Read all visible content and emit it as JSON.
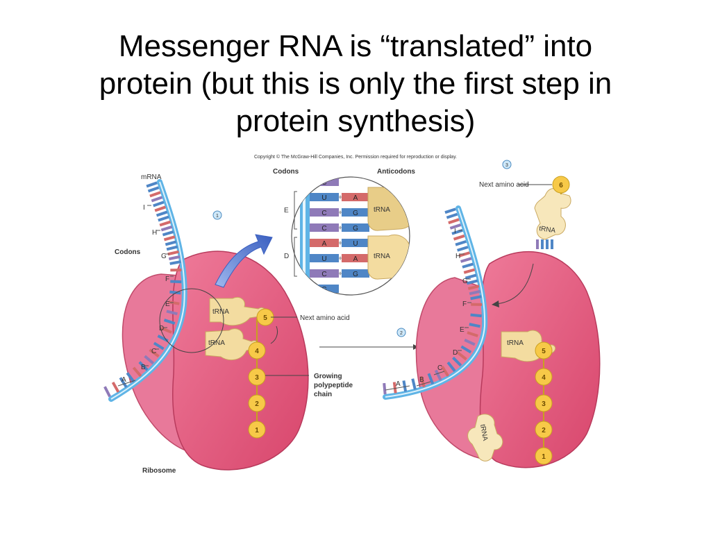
{
  "title": {
    "line1": "Messenger RNA is “translated” into",
    "line2": "protein (but this is only the first step in",
    "line3": "protein synthesis)"
  },
  "copyright": "Copyright © The McGraw-Hill Companies, Inc. Permission required for reproduction or display.",
  "step_numbers": [
    "1",
    "2",
    "3"
  ],
  "left_panel": {
    "mrna_label": "mRNA",
    "codons_label": "Codons",
    "ribosome_label": "Ribosome",
    "next_amino_acid_label": "Next amino acid",
    "growing_chain_label": [
      "Growing",
      "polypeptide",
      "chain"
    ],
    "trna_label": "tRNA",
    "codon_letters": [
      "I",
      "H",
      "G",
      "F",
      "E",
      "D",
      "C",
      "B",
      "A"
    ],
    "amino_acids": [
      "5",
      "4",
      "3",
      "2",
      "1"
    ]
  },
  "inset": {
    "codons_header": "Codons",
    "anticodons_header": "Anticodons",
    "codon_E": "E",
    "codon_D": "D",
    "trna_label": "tRNA",
    "rows": [
      {
        "codon": "C",
        "anticodon": ""
      },
      {
        "codon": "U",
        "anticodon": "A"
      },
      {
        "codon": "C",
        "anticodon": "G"
      },
      {
        "codon": "C",
        "anticodon": "G"
      },
      {
        "codon": "A",
        "anticodon": "U"
      },
      {
        "codon": "U",
        "anticodon": "A"
      },
      {
        "codon": "C",
        "anticodon": "G"
      },
      {
        "codon": "G",
        "anticodon": ""
      }
    ]
  },
  "right_panel": {
    "next_amino_acid_label": "Next amino acid",
    "trna_label": "tRNA",
    "codon_letters": [
      "I",
      "H",
      "G",
      "F",
      "E",
      "D",
      "C",
      "B",
      "A"
    ],
    "amino_acids": [
      "6",
      "5",
      "4",
      "3",
      "2",
      "1"
    ]
  },
  "colors": {
    "ribosome_large": "#e0567a",
    "ribosome_small": "#e8799a",
    "mrna_backbone": "#5fb4e6",
    "amino_acid": "#f7c948",
    "trna": "#f3dca0",
    "base_blue": "#4f86c6",
    "base_red": "#d46a6a",
    "base_purple": "#8f7ab8",
    "arrow_blue": "#4a6fc9"
  }
}
